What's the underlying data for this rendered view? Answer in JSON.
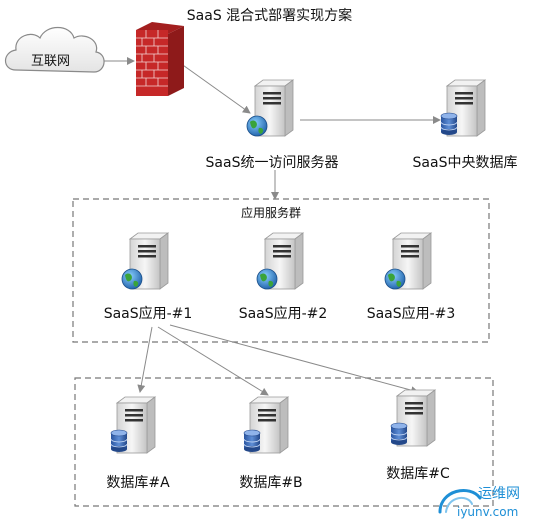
{
  "title": "SaaS 混合式部署实现方案",
  "internet_label": "互联网",
  "access_server_label": "SaaS统一访问服务器",
  "central_db_label": "SaaS中央数据库",
  "app_group": {
    "title": "应用服务群",
    "apps": [
      {
        "label": "SaaS应用-#1"
      },
      {
        "label": "SaaS应用-#2"
      },
      {
        "label": "SaaS应用-#3"
      }
    ]
  },
  "db_group": {
    "dbs": [
      {
        "label": "数据库#A"
      },
      {
        "label": "数据库#B"
      },
      {
        "label": "数据库#C"
      }
    ]
  },
  "watermark": {
    "text_cn": "运维网",
    "text_en": "iyunv.com",
    "color": "#1e8fd6"
  },
  "colors": {
    "firewall_brick": "#c62828",
    "globe": "#2e7d32",
    "database": "#2f5fa8",
    "server_body": "#e6e6e6",
    "connector": "#8a8a8a"
  }
}
